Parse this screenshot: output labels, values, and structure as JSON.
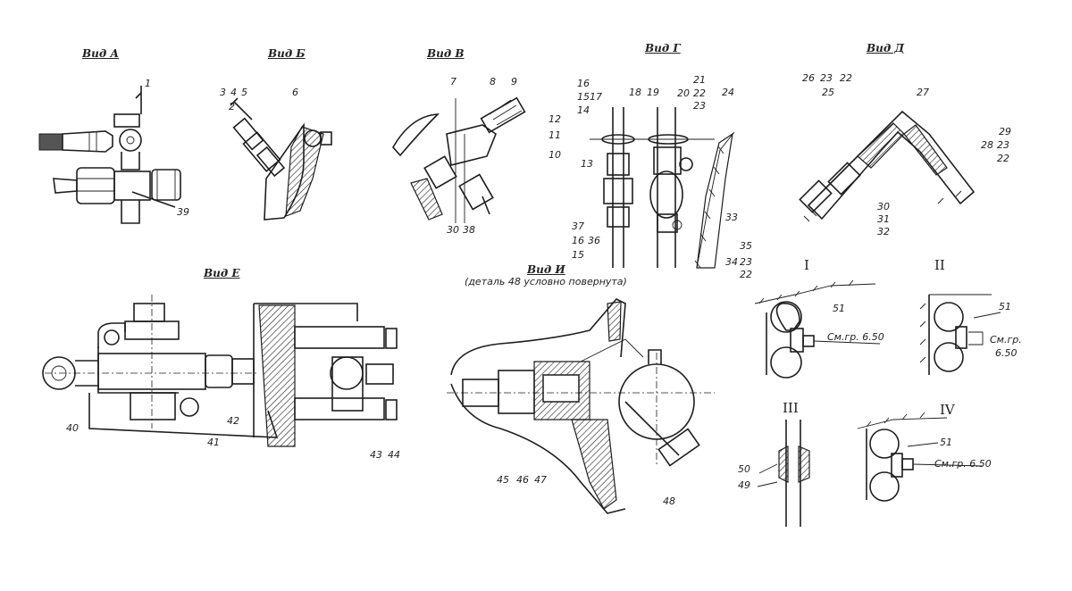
{
  "views": {
    "a": {
      "title": "Вид А",
      "labels": [
        "1",
        "39"
      ]
    },
    "b": {
      "title": "Вид Б",
      "labels": [
        "3",
        "4",
        "5",
        "2",
        "6"
      ]
    },
    "v": {
      "title": "Вид В",
      "labels": [
        "7",
        "8",
        "9",
        "12",
        "11",
        "10",
        "30",
        "38"
      ]
    },
    "g": {
      "title": "Вид Г",
      "labels": [
        "16",
        "15",
        "17",
        "14",
        "18",
        "19",
        "21",
        "20",
        "22",
        "23",
        "24",
        "13",
        "33",
        "37",
        "16",
        "36",
        "15",
        "35",
        "34",
        "23",
        "22"
      ]
    },
    "d": {
      "title": "Вид Д",
      "labels": [
        "26",
        "23",
        "22",
        "25",
        "27",
        "29",
        "28",
        "23",
        "22",
        "30",
        "31",
        "32"
      ]
    },
    "e": {
      "title": "Вид Е",
      "labels": [
        "40",
        "41",
        "42",
        "43",
        "44"
      ]
    },
    "i": {
      "title": "Вид И",
      "subtitle": "(деталь 48 условно повернута)",
      "labels": [
        "45",
        "46",
        "47",
        "48"
      ]
    },
    "sec1": {
      "roman": "I",
      "labels": [
        "51",
        "См.гр. 6.50"
      ]
    },
    "sec2": {
      "roman": "II",
      "labels": [
        "51",
        "См.гр.",
        "6.50"
      ]
    },
    "sec3": {
      "roman": "III",
      "labels": [
        "50",
        "49"
      ]
    },
    "sec4": {
      "roman": "IV",
      "labels": [
        "51",
        "См.гр. 6.50"
      ]
    }
  }
}
